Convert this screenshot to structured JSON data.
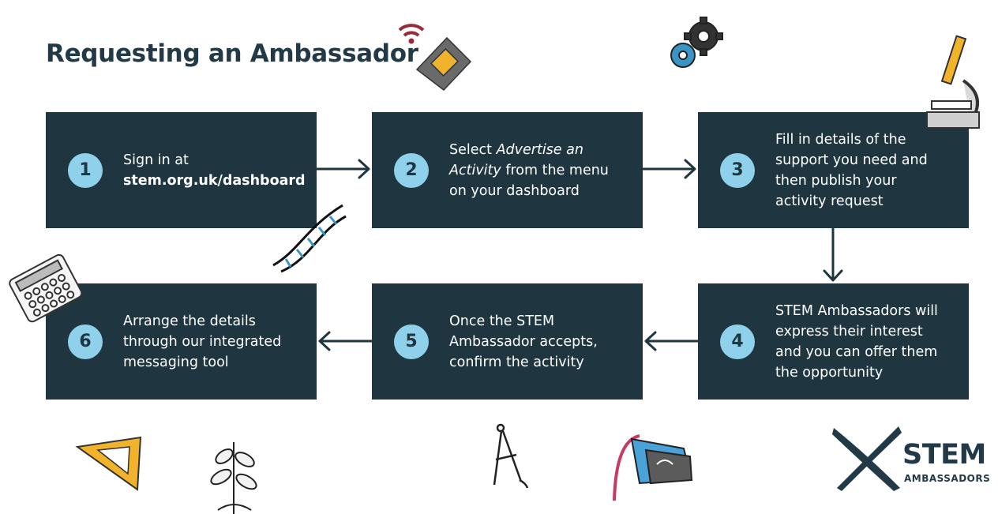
{
  "title": "Requesting an Ambassador",
  "colors": {
    "box": "#1f3641",
    "badge": "#8fd0ea",
    "title": "#223a47",
    "arrow": "#1f3641"
  },
  "steps": [
    {
      "number": "1",
      "line1": "Sign in at",
      "line2": "stem.org.uk/dashboard"
    },
    {
      "number": "2",
      "pre": "Select ",
      "italic1": "Advertise an",
      "italic2": "Activity",
      "post": " from the menu",
      "line3": "on your dashboard"
    },
    {
      "number": "3",
      "text": "Fill in details of the support you need and then publish your activity request"
    },
    {
      "number": "4",
      "text": "STEM Ambassadors will express their interest and you can offer them the opportunity"
    },
    {
      "number": "5",
      "text": "Once the STEM Ambassador accepts, confirm the activity"
    },
    {
      "number": "6",
      "text": "Arrange the details through our integrated messaging tool"
    }
  ],
  "logo": {
    "word": "STEM",
    "sub": "AMBASSADORS"
  },
  "decorations": [
    "sim-card-icon",
    "gears-icon",
    "microscope-icon",
    "dna-icon",
    "calculator-icon",
    "set-square-icon",
    "plant-icon",
    "compass-icon",
    "vr-headset-icon"
  ]
}
